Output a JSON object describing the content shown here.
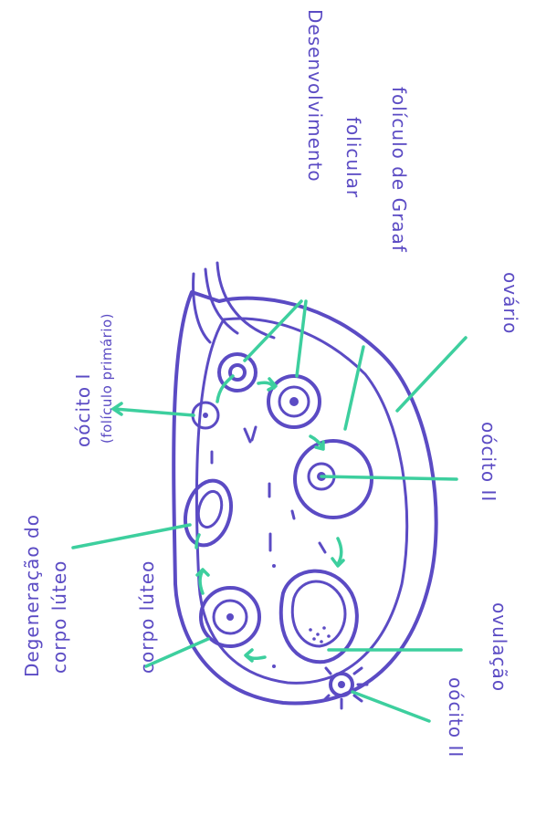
{
  "colors": {
    "ink": "#5b4bc4",
    "leader": "#3dcf9e",
    "background": "#ffffff"
  },
  "labels": {
    "desenvolvimento": "Desenvolvimento",
    "folicular": "folicular",
    "foliculo_de_graaf": "folículo de Graaf",
    "ovario": "ovário",
    "oocito_ii_right": "oócito II",
    "ovulacao": "ovulação",
    "oocito_ii_bottom": "oócito II",
    "corpo_luteo": "corpo lúteo",
    "degeneracao_line1": "Degeneração do",
    "degeneracao_line2": "corpo lúteo",
    "oocito_i": "oócito I",
    "foliculo_primario": "(folículo primário)"
  }
}
